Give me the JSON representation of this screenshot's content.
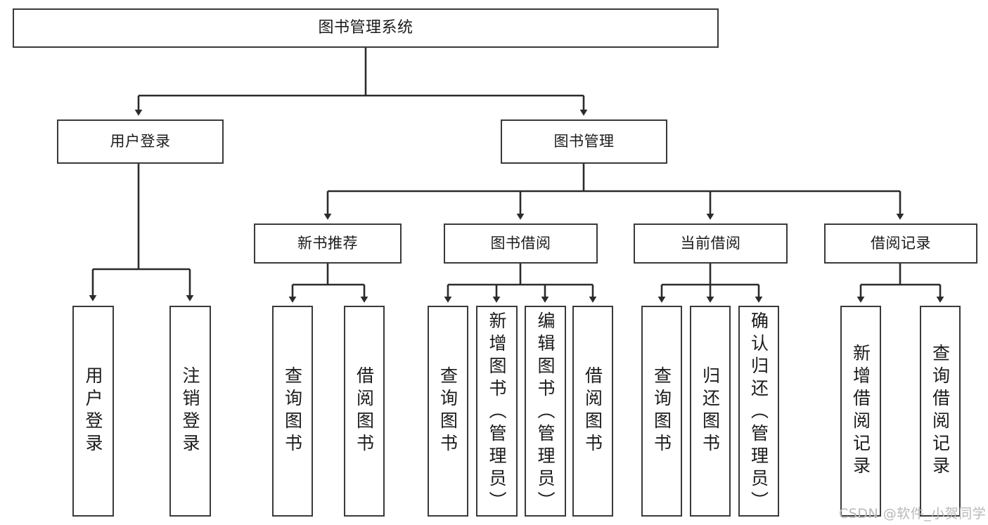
{
  "diagram": {
    "title": "图书管理系统",
    "type": "tree-hierarchy-diagram",
    "colors": {
      "background": "#ffffff",
      "box_border": "#3a3a3a",
      "box_fill": "#ffffff",
      "connector": "#2b2b2b",
      "text": "#1b1b1b",
      "watermark": "#b8b8b8"
    },
    "root": {
      "label": "图书管理系统"
    },
    "level1": [
      {
        "label": "用户登录"
      },
      {
        "label": "图书管理"
      }
    ],
    "level2": [
      {
        "label": "新书推荐"
      },
      {
        "label": "图书借阅"
      },
      {
        "label": "当前借阅"
      },
      {
        "label": "借阅记录"
      }
    ],
    "leaves": {
      "user_login": [
        {
          "label": "用户登录"
        },
        {
          "label": "注销登录"
        }
      ],
      "new_book_recommend": [
        {
          "label": "查询图书"
        },
        {
          "label": "借阅图书"
        }
      ],
      "book_borrow": [
        {
          "label": "查询图书"
        },
        {
          "label": "新增图书（管理员）"
        },
        {
          "label": "编辑图书（管理员）"
        },
        {
          "label": "借阅图书"
        }
      ],
      "current_borrow": [
        {
          "label": "查询图书"
        },
        {
          "label": "归还图书"
        },
        {
          "label": "确认归还（管理员）"
        }
      ],
      "borrow_record": [
        {
          "label": "新增借阅记录"
        },
        {
          "label": "查询借阅记录"
        }
      ]
    },
    "watermark": "CSDN @软件_小贺同学"
  }
}
